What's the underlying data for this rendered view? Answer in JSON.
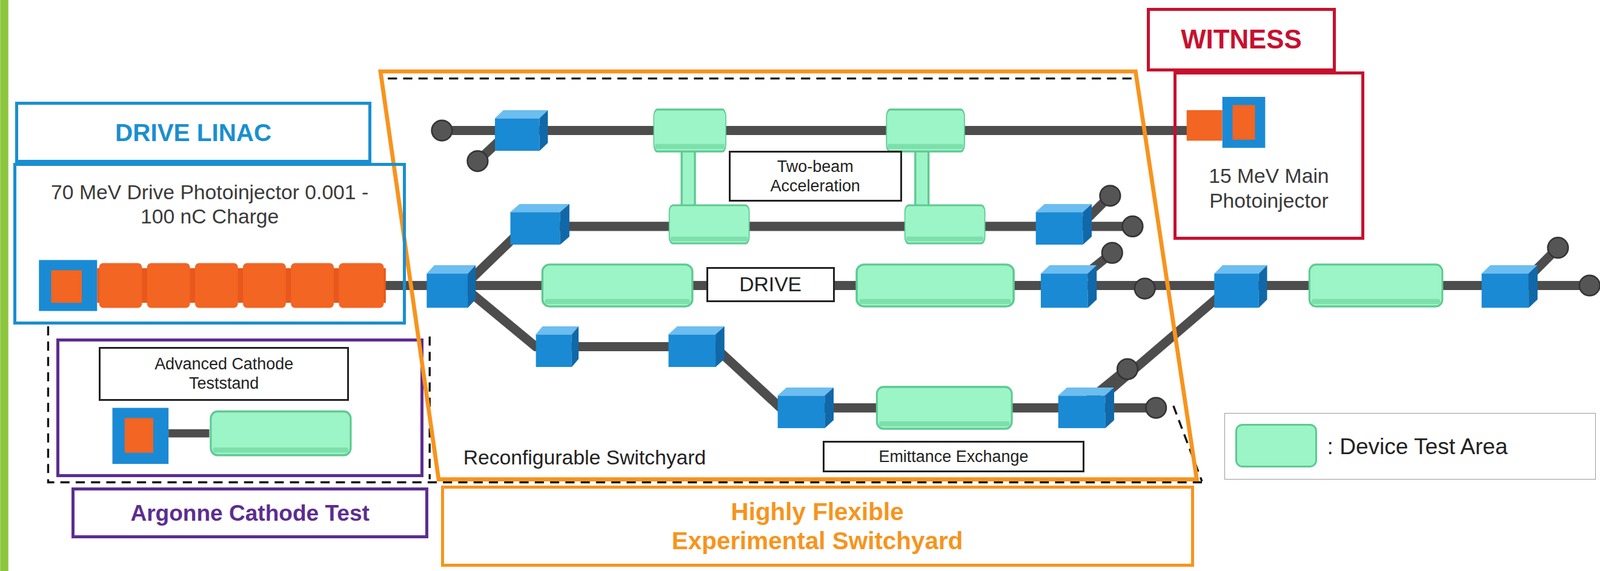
{
  "diagram": {
    "nodes": [
      {
        "text": [
          "DRIVE LINAC",
          "70 MeV Drive Photoinjector 0.001 - 100 nC Charge"
        ]
      },
      {
        "text": [
          "Argonne Cathode Test"
        ]
      },
      {
        "text": [
          "Advanced Cathode Teststand"
        ],
        "in": 1
      },
      {
        "text": [
          "Highly Flexible Experimental Switchyard",
          "Reconfigurable Switchyard"
        ]
      },
      {
        "text": [
          "Two-beam Acceleration"
        ],
        "in": 3
      },
      {
        "text": [
          "DRIVE"
        ],
        "in": 3
      },
      {
        "text": [
          "Emittance Exchange"
        ],
        "in": 3
      },
      {
        "text": [
          "WITNESS",
          "15 MeV Main Photoinjector"
        ]
      }
    ],
    "legend": [
      {
        "text": ": Device Test Area",
        "color": "#9cf5c6"
      }
    ]
  }
}
